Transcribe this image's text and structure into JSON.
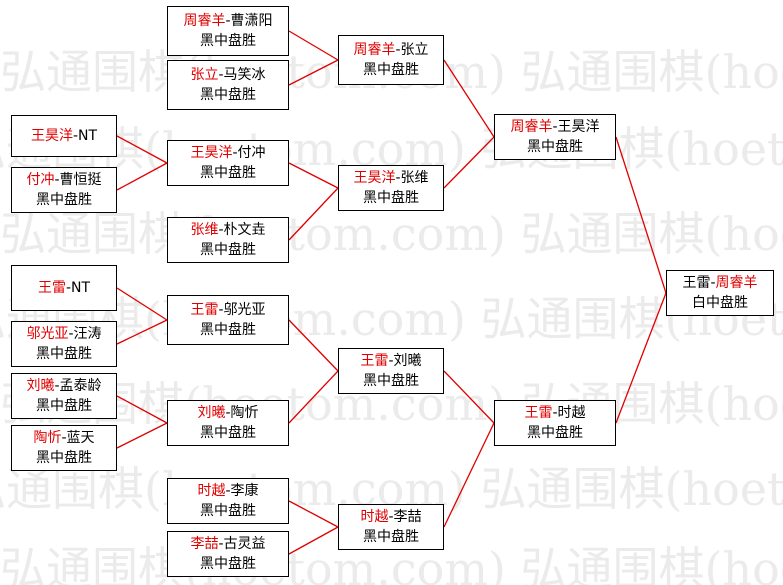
{
  "watermark": {
    "text": "弘通围棋(hoetom.com)"
  },
  "colors": {
    "line": "#e00000",
    "winner": "#e00000",
    "border": "#000000"
  },
  "matches": [
    {
      "id": "m1",
      "a": "周睿羊",
      "b": "曹潇阳",
      "winner": "a",
      "result": "黑中盘胜"
    },
    {
      "id": "m2",
      "a": "张立",
      "b": "马笑冰",
      "winner": "a",
      "result": "黑中盘胜"
    },
    {
      "id": "m3",
      "a": "王昊洋",
      "b": "NT",
      "winner": "a",
      "result": ""
    },
    {
      "id": "m4",
      "a": "付冲",
      "b": "曹恒挺",
      "winner": "a",
      "result": "黑中盘胜"
    },
    {
      "id": "m5",
      "a": "张维",
      "b": "朴文垚",
      "winner": "a",
      "result": "黑中盘胜"
    },
    {
      "id": "m6",
      "a": "王雷",
      "b": "NT",
      "winner": "a",
      "result": ""
    },
    {
      "id": "m7",
      "a": "邬光亚",
      "b": "汪涛",
      "winner": "a",
      "result": "黑中盘胜"
    },
    {
      "id": "m8",
      "a": "刘曦",
      "b": "孟泰龄",
      "winner": "a",
      "result": "黑中盘胜"
    },
    {
      "id": "m9",
      "a": "陶忻",
      "b": "蓝天",
      "winner": "a",
      "result": "黑中盘胜"
    },
    {
      "id": "m10",
      "a": "时越",
      "b": "李康",
      "winner": "a",
      "result": "黑中盘胜"
    },
    {
      "id": "m11",
      "a": "李喆",
      "b": "古灵益",
      "winner": "a",
      "result": "黑中盘胜"
    },
    {
      "id": "m12",
      "a": "周睿羊",
      "b": "张立",
      "winner": "a",
      "result": "黑中盘胜"
    },
    {
      "id": "m13",
      "a": "王昊洋",
      "b": "付冲",
      "winner": "a",
      "result": "黑中盘胜"
    },
    {
      "id": "m14",
      "a": "张维",
      "b": "朴文垚",
      "winner": "a",
      "result": "黑中盘胜"
    },
    {
      "id": "m15",
      "a": "王雷",
      "b": "邬光亚",
      "winner": "a",
      "result": "黑中盘胜"
    },
    {
      "id": "m16",
      "a": "刘曦",
      "b": "陶忻",
      "winner": "a",
      "result": "黑中盘胜"
    },
    {
      "id": "m17",
      "a": "时越",
      "b": "李康",
      "winner": "a",
      "result": "黑中盘胜"
    },
    {
      "id": "m18",
      "a": "李喆",
      "b": "古灵益",
      "winner": "a",
      "result": "黑中盘胜"
    },
    {
      "id": "m19",
      "a": "周睿羊",
      "b": "张立",
      "winner": "a",
      "result": "黑中盘胜"
    },
    {
      "id": "m20",
      "a": "王昊洋",
      "b": "张维",
      "winner": "a",
      "result": "黑中盘胜"
    },
    {
      "id": "m21",
      "a": "王雷",
      "b": "刘曦",
      "winner": "a",
      "result": "黑中盘胜"
    },
    {
      "id": "m22",
      "a": "时越",
      "b": "李喆",
      "winner": "a",
      "result": "黑中盘胜"
    },
    {
      "id": "m23",
      "a": "周睿羊",
      "b": "王昊洋",
      "winner": "a",
      "result": "黑中盘胜"
    },
    {
      "id": "m24",
      "a": "王雷",
      "b": "时越",
      "winner": "a",
      "result": "黑中盘胜"
    },
    {
      "id": "m25",
      "a": "王雷",
      "b": "周睿羊",
      "winner": "b",
      "result": "白中盘胜"
    }
  ]
}
